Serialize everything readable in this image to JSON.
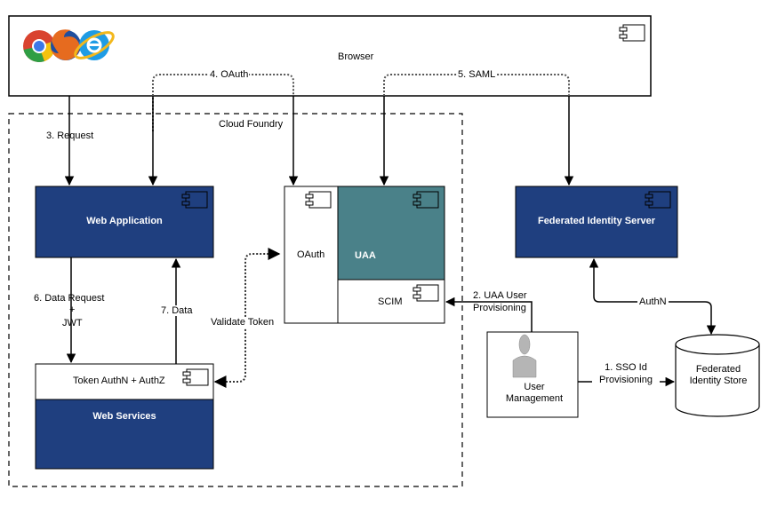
{
  "nodes": {
    "browser": "Browser",
    "cloud_foundry": "Cloud Foundry",
    "web_application": "Web Application",
    "uaa": "UAA",
    "oauth": "OAuth",
    "scim": "SCIM",
    "federated_identity_server": "Federated Identity Server",
    "token_authn_authz": "Token AuthN + AuthZ",
    "web_services": "Web Services",
    "user_management": "User Management",
    "federated_identity_store": "Federated Identity Store"
  },
  "edges": {
    "request": "3. Request",
    "oauth": "4. OAuth",
    "saml": "5. SAML",
    "data_request": "6. Data Request",
    "plus": "+",
    "jwt": "JWT",
    "data": "7. Data",
    "validate_token": "Validate Token",
    "uaa_user_provisioning": "2. UAA User Provisioning",
    "sso_id_provisioning": "1. SSO Id Provisioning",
    "authn": "AuthN"
  },
  "colors": {
    "dark_blue": "#1f3f7f",
    "teal": "#4a8189",
    "line": "#000000"
  },
  "icons": [
    "chrome-icon",
    "firefox-icon",
    "ie-icon",
    "component-icon",
    "user-icon",
    "database-icon"
  ]
}
